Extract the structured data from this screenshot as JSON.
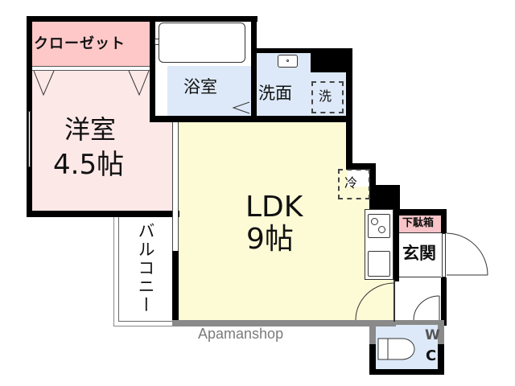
{
  "floorplan": {
    "rooms": {
      "closet": {
        "label": "クローゼット"
      },
      "western_room": {
        "label_line1": "洋室",
        "label_line2": "4.5帖"
      },
      "bathroom": {
        "label": "浴室"
      },
      "washroom": {
        "label": "洗面",
        "washer_label": "洗"
      },
      "ldk": {
        "label_line1": "LDK",
        "label_line2": "9帖",
        "fridge_label": "冷"
      },
      "balcony": {
        "label": "バルコニー"
      },
      "shoe_box": {
        "label": "下駄箱"
      },
      "entrance": {
        "label": "玄関"
      },
      "toilet": {
        "label_line1": "W",
        "label_line2": "C"
      }
    },
    "watermark": "Apamanshop"
  },
  "colors": {
    "closet": "#ffc8c8",
    "western_room": "#fde8e8",
    "wet_area": "#dde9f8",
    "ldk": "#fdfbd6",
    "shoe_box": "#f9c4c8",
    "wall": "#000000",
    "outer_wall_gray": "#8a8a8a"
  }
}
